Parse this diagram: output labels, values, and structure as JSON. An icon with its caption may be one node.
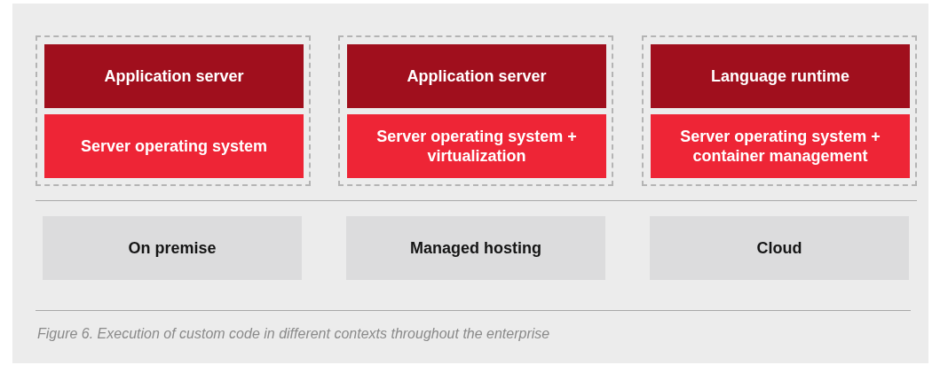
{
  "diagram": {
    "caption": "Figure 6. Execution of custom code in different contexts throughout the enterprise",
    "nodes": [
      {
        "text": [],
        "shape": "box"
      },
      {
        "text": [
          "Application server"
        ],
        "in": 0
      },
      {
        "text": [
          "Server operating system"
        ],
        "in": 0
      },
      {
        "text": [],
        "shape": "box"
      },
      {
        "text": [
          "Application server"
        ],
        "in": 3
      },
      {
        "text": [
          "Server operating system + virtualization"
        ],
        "in": 3
      },
      {
        "text": [],
        "shape": "box"
      },
      {
        "text": [
          "Language runtime"
        ],
        "in": 6
      },
      {
        "text": [
          "Server operating system + container management"
        ],
        "in": 6
      },
      {
        "text": [
          "On premise"
        ]
      },
      {
        "text": [
          "Managed hosting"
        ]
      },
      {
        "text": [
          "Cloud"
        ]
      }
    ],
    "edges": []
  }
}
